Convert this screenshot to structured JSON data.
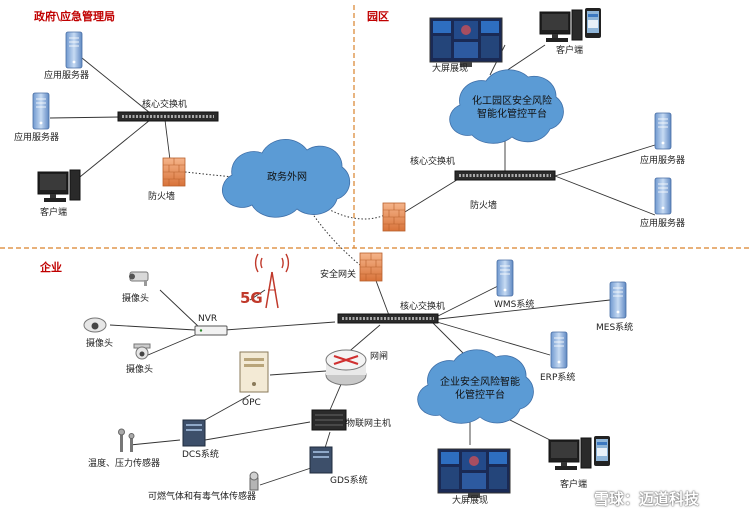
{
  "regions": {
    "gov": "政府\\应急管理局",
    "park": "园区",
    "enterprise": "企业"
  },
  "gov": {
    "server1": "应用服务器",
    "server2": "应用服务器",
    "client": "客户端",
    "switch": "核心交换机",
    "firewall": "防火墙"
  },
  "cloud": {
    "gov_net": "政务外网",
    "park_platform_line1": "化工园区安全风险",
    "park_platform_line2": "智能化管控平台",
    "ent_platform_line1": "企业安全风险智能",
    "ent_platform_line2": "化管控平台"
  },
  "park": {
    "bigscreen": "大屏展现",
    "client": "客户端",
    "switch": "核心交换机",
    "firewall": "防火墙",
    "server1": "应用服务器",
    "server2": "应用服务器"
  },
  "enterprise": {
    "gateway": "安全网关",
    "switch": "核心交换机",
    "camera1": "摄像头",
    "camera2": "摄像头",
    "camera3": "摄像头",
    "nvr": "NVR",
    "fiveg": "5G",
    "wms": "WMS系统",
    "mes": "MES系统",
    "erp": "ERP系统",
    "netgate": "网闸",
    "opc": "OPC",
    "iot_host": "物联网主机",
    "dcs": "DCS系统",
    "gds": "GDS系统",
    "temp_sensor": "温度、压力传感器",
    "gas_sensor": "可燃气体和有毒气体传感器",
    "bigscreen": "大屏展现",
    "client": "客户端"
  },
  "watermark": "雪球：迈道科技",
  "colors": {
    "divider": "#d9822b",
    "region_title": "#c00000",
    "cloud_fill": "#5b9bd5",
    "server_fill": "#9dbbe0",
    "firewall": "#e8914a"
  }
}
